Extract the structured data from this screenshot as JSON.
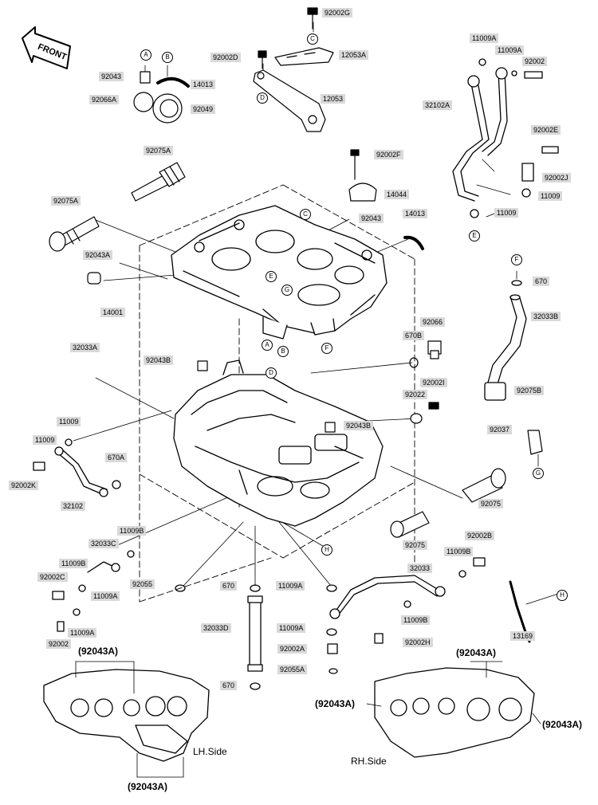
{
  "front_badge": "FRONT",
  "parts": [
    {
      "id": "p1",
      "label": "92002G"
    },
    {
      "id": "p2",
      "label": "92002D"
    },
    {
      "id": "p3",
      "label": "12053A"
    },
    {
      "id": "p4",
      "label": "92043"
    },
    {
      "id": "p5",
      "label": "14013"
    },
    {
      "id": "p6",
      "label": "92066A"
    },
    {
      "id": "p7",
      "label": "92049"
    },
    {
      "id": "p8",
      "label": "12053"
    },
    {
      "id": "p9",
      "label": "11009A"
    },
    {
      "id": "p10",
      "label": "11009A"
    },
    {
      "id": "p11",
      "label": "92002"
    },
    {
      "id": "p12",
      "label": "32102A"
    },
    {
      "id": "p13",
      "label": "92002E"
    },
    {
      "id": "p14",
      "label": "92075A"
    },
    {
      "id": "p15",
      "label": "92002F"
    },
    {
      "id": "p16",
      "label": "14044"
    },
    {
      "id": "p17",
      "label": "92002J"
    },
    {
      "id": "p18",
      "label": "11009"
    },
    {
      "id": "p19",
      "label": "92075A"
    },
    {
      "id": "p20",
      "label": "92043"
    },
    {
      "id": "p21",
      "label": "14013"
    },
    {
      "id": "p22",
      "label": "11009"
    },
    {
      "id": "p23",
      "label": "92043A"
    },
    {
      "id": "p24",
      "label": "670"
    },
    {
      "id": "p25",
      "label": "14001"
    },
    {
      "id": "p26",
      "label": "32033B"
    },
    {
      "id": "p27",
      "label": "92066"
    },
    {
      "id": "p28",
      "label": "670B"
    },
    {
      "id": "p29",
      "label": "32033A"
    },
    {
      "id": "p30",
      "label": "92043B"
    },
    {
      "id": "p31",
      "label": "92002I"
    },
    {
      "id": "p32",
      "label": "92022"
    },
    {
      "id": "p33",
      "label": "92075B"
    },
    {
      "id": "p34",
      "label": "11009"
    },
    {
      "id": "p35",
      "label": "92043B"
    },
    {
      "id": "p36",
      "label": "11009"
    },
    {
      "id": "p37",
      "label": "92037"
    },
    {
      "id": "p38",
      "label": "670A"
    },
    {
      "id": "p39",
      "label": "92002K"
    },
    {
      "id": "p40",
      "label": "32102"
    },
    {
      "id": "p41",
      "label": "92075"
    },
    {
      "id": "p42",
      "label": "11009B"
    },
    {
      "id": "p43",
      "label": "32033C"
    },
    {
      "id": "p44",
      "label": "92075"
    },
    {
      "id": "p45",
      "label": "92002B"
    },
    {
      "id": "p46",
      "label": "11009B"
    },
    {
      "id": "p47",
      "label": "11009B"
    },
    {
      "id": "p48",
      "label": "32033"
    },
    {
      "id": "p49",
      "label": "92002C"
    },
    {
      "id": "p50",
      "label": "11009A"
    },
    {
      "id": "p51",
      "label": "92055"
    },
    {
      "id": "p52",
      "label": "670"
    },
    {
      "id": "p53",
      "label": "11009A"
    },
    {
      "id": "p54",
      "label": "11009B"
    },
    {
      "id": "p55",
      "label": "11009A"
    },
    {
      "id": "p56",
      "label": "32033D"
    },
    {
      "id": "p57",
      "label": "11009A"
    },
    {
      "id": "p58",
      "label": "92002"
    },
    {
      "id": "p59",
      "label": "92002A"
    },
    {
      "id": "p60",
      "label": "92002H"
    },
    {
      "id": "p61",
      "label": "13169"
    },
    {
      "id": "p62",
      "label": "92055A"
    },
    {
      "id": "p63",
      "label": "670"
    }
  ],
  "plain_labels": [
    {
      "id": "t1",
      "text": "(92043A)"
    },
    {
      "id": "t2",
      "text": "(92043A)"
    },
    {
      "id": "t3",
      "text": "(92043A)"
    },
    {
      "id": "t4",
      "text": "(92043A)"
    },
    {
      "id": "t5",
      "text": "(92043A)"
    },
    {
      "id": "t6",
      "text": "LH.Side"
    },
    {
      "id": "t7",
      "text": "RH.Side"
    }
  ],
  "callouts": [
    {
      "id": "c1",
      "text": "C"
    },
    {
      "id": "c2",
      "text": "A"
    },
    {
      "id": "c3",
      "text": "B"
    },
    {
      "id": "c4",
      "text": "D"
    },
    {
      "id": "c5",
      "text": "E"
    },
    {
      "id": "c6",
      "text": "C"
    },
    {
      "id": "c7",
      "text": "E"
    },
    {
      "id": "c8",
      "text": "G"
    },
    {
      "id": "c9",
      "text": "A"
    },
    {
      "id": "c10",
      "text": "B"
    },
    {
      "id": "c11",
      "text": "F"
    },
    {
      "id": "c12",
      "text": "D"
    },
    {
      "id": "c13",
      "text": "F"
    },
    {
      "id": "c14",
      "text": "G"
    },
    {
      "id": "c15",
      "text": "H"
    },
    {
      "id": "c16",
      "text": "H"
    }
  ]
}
